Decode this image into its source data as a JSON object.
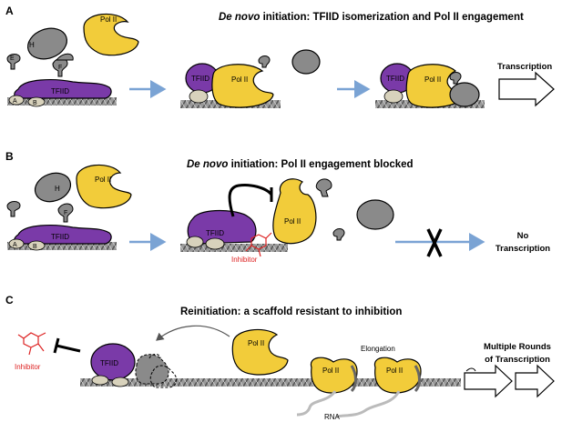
{
  "panels": [
    {
      "letter": "A",
      "title_italic": "De novo",
      "title_rest": " initiation: TFIID isomerization and Pol II engagement"
    },
    {
      "letter": "B",
      "title_italic": "De novo",
      "title_rest": " initiation: Pol II engagement blocked"
    },
    {
      "letter": "C",
      "title_italic": "",
      "title_rest": "Reinitiation: a scaffold resistant to inhibition"
    }
  ],
  "labels": {
    "pol2": "Pol II",
    "tfiid": "TFIID",
    "h": "H",
    "f": "F",
    "e": "E",
    "a": "A",
    "b": "B",
    "inhibitor": "Inhibitor",
    "elongation": "Elongation",
    "rna": "RNA"
  },
  "outcomes": {
    "a": "Transcription",
    "b_line1": "No",
    "b_line2": "Transcription",
    "c_line1": "Multiple Rounds",
    "c_line2": "of Transcription"
  },
  "colors": {
    "pol2": "#f2cc3a",
    "tfiid": "#7a3aa8",
    "gray_factor": "#8a8a8a",
    "small_factor": "#d8d2bc",
    "inhibitor": "#dd2222",
    "arrow_blue": "#7aa3d4",
    "dna": "#777777"
  },
  "icons": [
    "transcription-arrow-icon",
    "block-x-icon",
    "inhibitor-molecule-icon",
    "repression-t-icon"
  ]
}
